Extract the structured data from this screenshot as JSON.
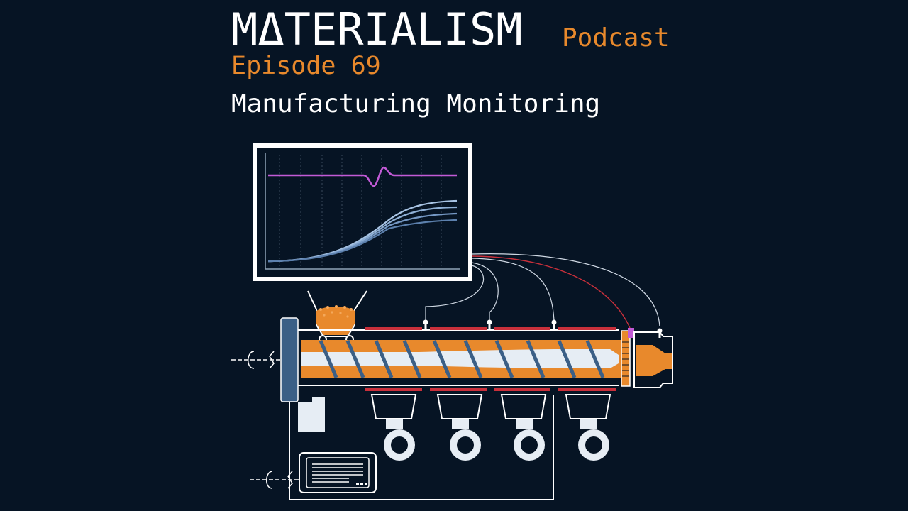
{
  "header": {
    "title": "MΔTERIALISM",
    "podcast_label": "Podcast",
    "episode": "Episode 69",
    "subtitle": "Manufacturing Monitoring"
  },
  "colors": {
    "background": "#061424",
    "accent": "#e8892c",
    "text": "#ffffff",
    "heater": "#c9303b",
    "magenta": "#c25ad6",
    "curve": "#a8c4e4",
    "steel": "#3b5f86"
  },
  "icons": [
    "monitor-icon",
    "hopper-icon",
    "extruder-barrel-icon",
    "screw-icon",
    "motor-icon",
    "heater-fan-icon",
    "sensor-icon",
    "nozzle-icon"
  ]
}
